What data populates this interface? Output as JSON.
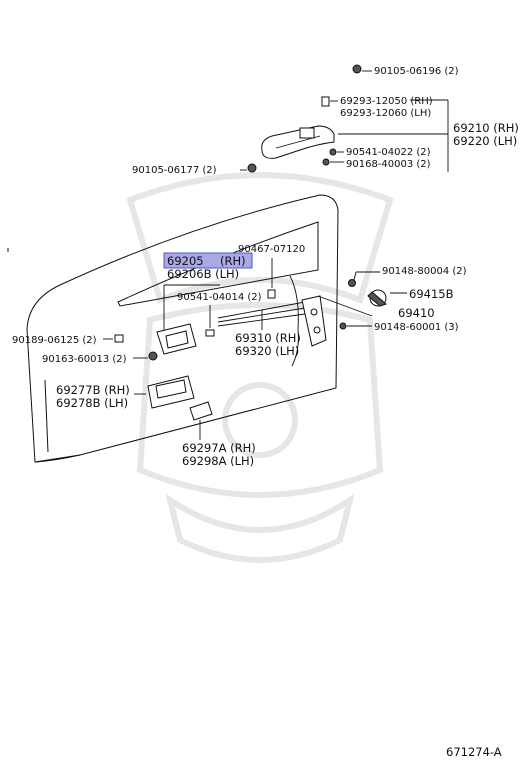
{
  "highlight_color": "#a9a9e8",
  "footer_code": "671274-A",
  "parts": {
    "p_90105_06196": "90105-06196 (2)",
    "p_69293_rh": "69293-12050 (RH)",
    "p_69293_lh": "69293-12060 (LH)",
    "p_69210": "69210 (RH)",
    "p_69220": "69220 (LH)",
    "p_90541_04022": "90541-04022 (2)",
    "p_90168_40003": "90168-40003 (2)",
    "p_90105_06177": "90105-06177 (2)",
    "p_90467_07120": "90467-07120",
    "p_69205_num": "69205",
    "p_69205_side": "(RH)",
    "p_69206b": "69206B (LH)",
    "p_90148_80004": "90148-80004 (2)",
    "p_90541_04014": "90541-04014 (2)",
    "p_69415b": "69415B",
    "p_69410": "69410",
    "p_90148_60001": "90148-60001 (3)",
    "p_90189_06125": "90189-06125 (2)",
    "p_69310": "69310 (RH)",
    "p_69320": "69320 (LH)",
    "p_90163_60013": "90163-60013 (2)",
    "p_69277b": "69277B (RH)",
    "p_69278b": "69278B (LH)",
    "p_69297a": "69297A (RH)",
    "p_69298a": "69298A (LH)"
  }
}
